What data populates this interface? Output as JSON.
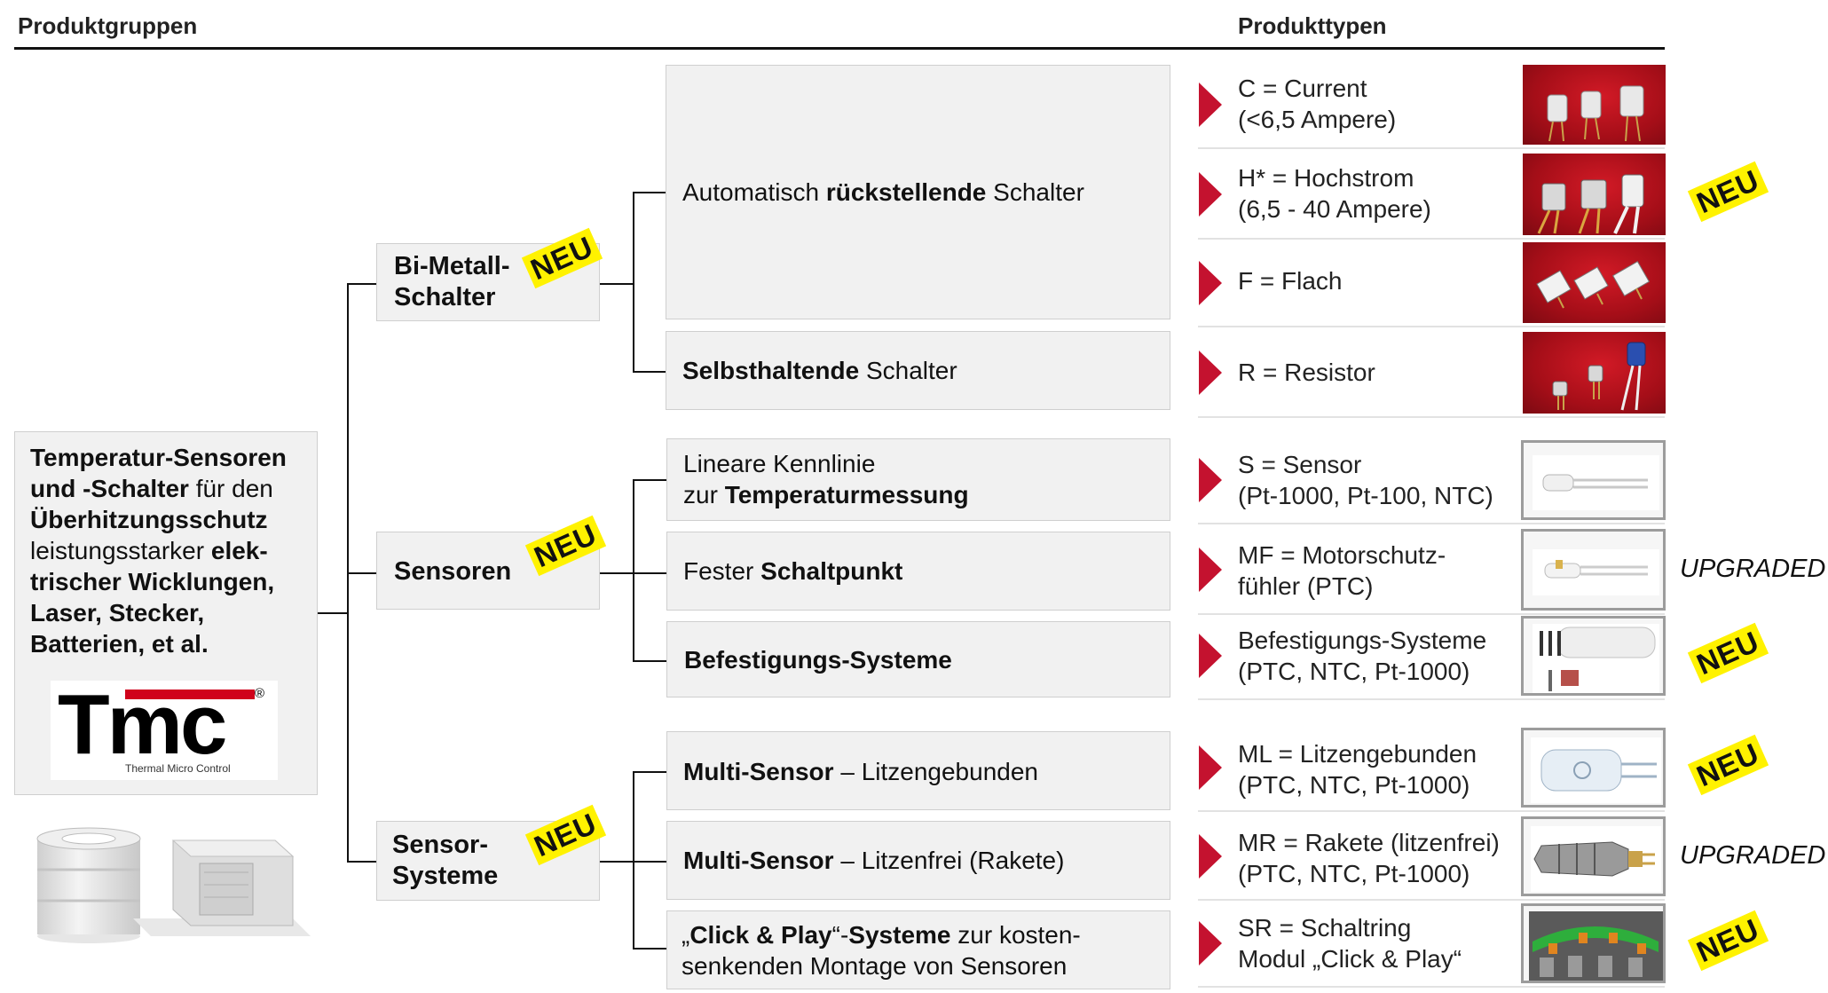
{
  "headers": {
    "left": "Produktgruppen",
    "right": "Produkttypen"
  },
  "root": {
    "lines": [
      [
        {
          "t": "Temperatur-Sensoren",
          "b": true
        }
      ],
      [
        {
          "t": "und -Schalter",
          "b": true
        },
        {
          "t": " für den",
          "b": false
        }
      ],
      [
        {
          "t": "Überhitzungsschutz",
          "b": true
        }
      ],
      [
        {
          "t": "leistungsstarker ",
          "b": false
        },
        {
          "t": "elek-",
          "b": true
        }
      ],
      [
        {
          "t": "trischer Wicklungen,",
          "b": true
        }
      ],
      [
        {
          "t": "Laser, Stecker,",
          "b": true
        }
      ],
      [
        {
          "t": "Batterien, et al.",
          "b": true
        }
      ]
    ],
    "logo": {
      "text": "Tmc",
      "sub": "Thermal Micro Control",
      "reg": "®",
      "accent": "#d0021b"
    }
  },
  "groups": [
    {
      "lines": [
        "Bi-Metall-",
        "Schalter"
      ],
      "badge": "NEU"
    },
    {
      "lines": [
        "Sensoren"
      ],
      "badge": "NEU"
    },
    {
      "lines": [
        "Sensor-",
        "Systeme"
      ],
      "badge": "NEU"
    }
  ],
  "subtypes": [
    [
      {
        "t": "Automatisch ",
        "b": false
      },
      {
        "t": "rückstellende",
        "b": true
      },
      {
        "t": " Schalter",
        "b": false
      }
    ],
    [
      {
        "t": "Selbsthaltende",
        "b": true
      },
      {
        "t": " Schalter",
        "b": false
      }
    ],
    [
      {
        "t": "Lineare Kennlinie",
        "b": false
      }
    ],
    [
      {
        "t": "zur ",
        "b": false
      },
      {
        "t": "Temperaturmessung",
        "b": true
      }
    ],
    [
      {
        "t": "Fester ",
        "b": false
      },
      {
        "t": "Schaltpunkt",
        "b": true
      }
    ],
    [
      {
        "t": "Befestigungs-Systeme",
        "b": true
      }
    ],
    [
      {
        "t": "Multi-Sensor",
        "b": true
      },
      {
        "t": " – Litzengebunden",
        "b": false
      }
    ],
    [
      {
        "t": "Multi-Sensor",
        "b": true
      },
      {
        "t": " – Litzenfrei (Rakete)",
        "b": false
      }
    ],
    [
      {
        "t": "„",
        "b": false
      },
      {
        "t": "Click & Play",
        "b": true
      },
      {
        "t": "“-",
        "b": false
      },
      {
        "t": "Systeme",
        "b": true
      },
      {
        "t": " zur kosten-",
        "b": false
      }
    ],
    [
      {
        "t": "senkenden Montage von Sensoren",
        "b": false
      }
    ]
  ],
  "types": [
    {
      "lines": [
        "C = Current",
        "(<6,5 Ampere)"
      ],
      "status": ""
    },
    {
      "lines": [
        "H* = Hochstrom",
        "(6,5 - 40 Ampere)"
      ],
      "status": "NEU"
    },
    {
      "lines": [
        "F = Flach"
      ],
      "status": ""
    },
    {
      "lines": [
        "R = Resistor"
      ],
      "status": ""
    },
    {
      "lines": [
        "S = Sensor",
        "(Pt-1000, Pt-100, NTC)"
      ],
      "status": ""
    },
    {
      "lines": [
        "MF = Motorschutz-",
        "fühler (PTC)"
      ],
      "status": "UPGRADED"
    },
    {
      "lines": [
        "Befestigungs-Systeme",
        "(PTC, NTC, Pt-1000)"
      ],
      "status": "NEU"
    },
    {
      "lines": [
        "ML = Litzengebunden",
        "(PTC, NTC, Pt-1000)"
      ],
      "status": "NEU"
    },
    {
      "lines": [
        "MR = Rakete (litzenfrei)",
        "(PTC, NTC, Pt-1000)"
      ],
      "status": "UPGRADED"
    },
    {
      "lines": [
        "SR = Schaltring",
        "Modul „Click & Play“"
      ],
      "status": "NEU"
    }
  ],
  "colors": {
    "arrow": "#c4122f",
    "badge": "#fff200",
    "photo_red": "#b5101c"
  }
}
